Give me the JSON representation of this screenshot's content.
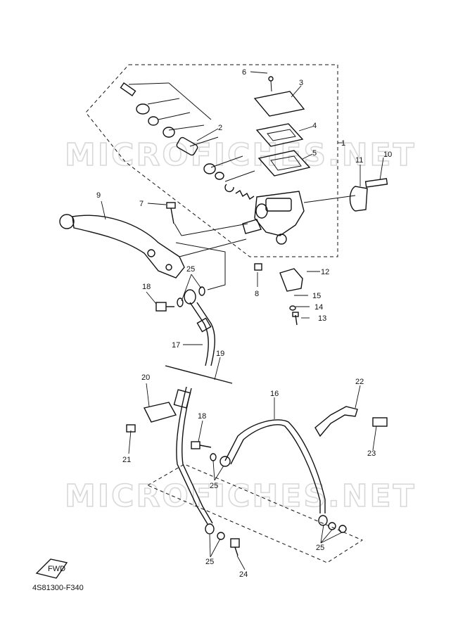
{
  "diagram": {
    "code": "4S81300-F340",
    "watermark": "MICROFICHES.NET",
    "fwd_label": "FWD",
    "callouts": [
      "1",
      "2",
      "3",
      "4",
      "5",
      "6",
      "7",
      "8",
      "9",
      "10",
      "11",
      "12",
      "13",
      "14",
      "15",
      "16",
      "17",
      "18",
      "18",
      "19",
      "20",
      "21",
      "22",
      "23",
      "24",
      "25",
      "25",
      "25",
      "25"
    ]
  }
}
